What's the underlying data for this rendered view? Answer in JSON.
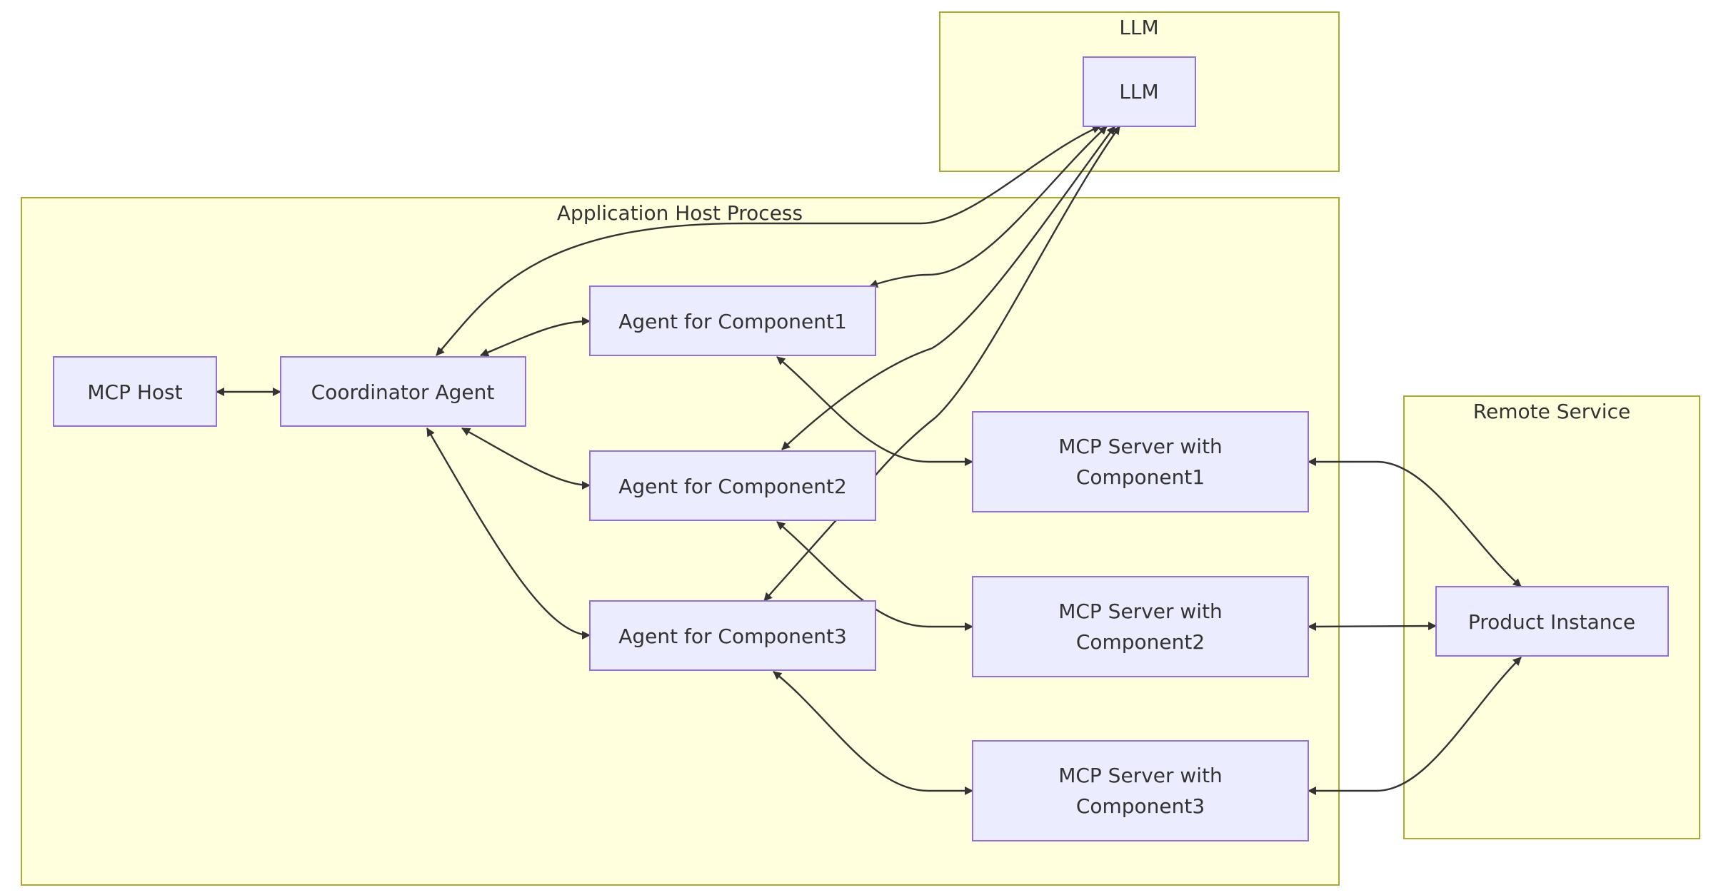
{
  "clusters": {
    "llm": {
      "title": "LLM"
    },
    "app": {
      "title": "Application Host Process"
    },
    "remote": {
      "title": "Remote Service"
    }
  },
  "nodes": {
    "llm": {
      "lines": [
        "LLM"
      ]
    },
    "mcp_host": {
      "lines": [
        "MCP Host"
      ]
    },
    "coordinator": {
      "lines": [
        "Coordinator Agent"
      ]
    },
    "agent1": {
      "lines": [
        "Agent for Component1"
      ]
    },
    "agent2": {
      "lines": [
        "Agent for Component2"
      ]
    },
    "agent3": {
      "lines": [
        "Agent for Component3"
      ]
    },
    "server1": {
      "lines": [
        "MCP Server with",
        "Component1"
      ]
    },
    "server2": {
      "lines": [
        "MCP Server with",
        "Component2"
      ]
    },
    "server3": {
      "lines": [
        "MCP Server with",
        "Component3"
      ]
    },
    "product": {
      "lines": [
        "Product Instance"
      ]
    }
  },
  "edges": [
    {
      "from": "mcp_host",
      "to": "coordinator",
      "direction": "both"
    },
    {
      "from": "coordinator",
      "to": "llm",
      "direction": "both"
    },
    {
      "from": "coordinator",
      "to": "agent1",
      "direction": "both"
    },
    {
      "from": "coordinator",
      "to": "agent2",
      "direction": "both"
    },
    {
      "from": "coordinator",
      "to": "agent3",
      "direction": "both"
    },
    {
      "from": "agent1",
      "to": "llm",
      "direction": "both"
    },
    {
      "from": "agent2",
      "to": "llm",
      "direction": "both"
    },
    {
      "from": "agent3",
      "to": "llm",
      "direction": "both"
    },
    {
      "from": "agent1",
      "to": "server1",
      "direction": "both"
    },
    {
      "from": "agent2",
      "to": "server2",
      "direction": "both"
    },
    {
      "from": "agent3",
      "to": "server3",
      "direction": "both"
    },
    {
      "from": "server1",
      "to": "product",
      "direction": "both"
    },
    {
      "from": "server2",
      "to": "product",
      "direction": "both"
    },
    {
      "from": "server3",
      "to": "product",
      "direction": "both"
    }
  ],
  "colors": {
    "cluster_fill": "#ffffde",
    "cluster_border": "#aaaa33",
    "node_fill": "#ececff",
    "node_border": "#9370db",
    "edge": "#333333",
    "text": "#333333"
  }
}
